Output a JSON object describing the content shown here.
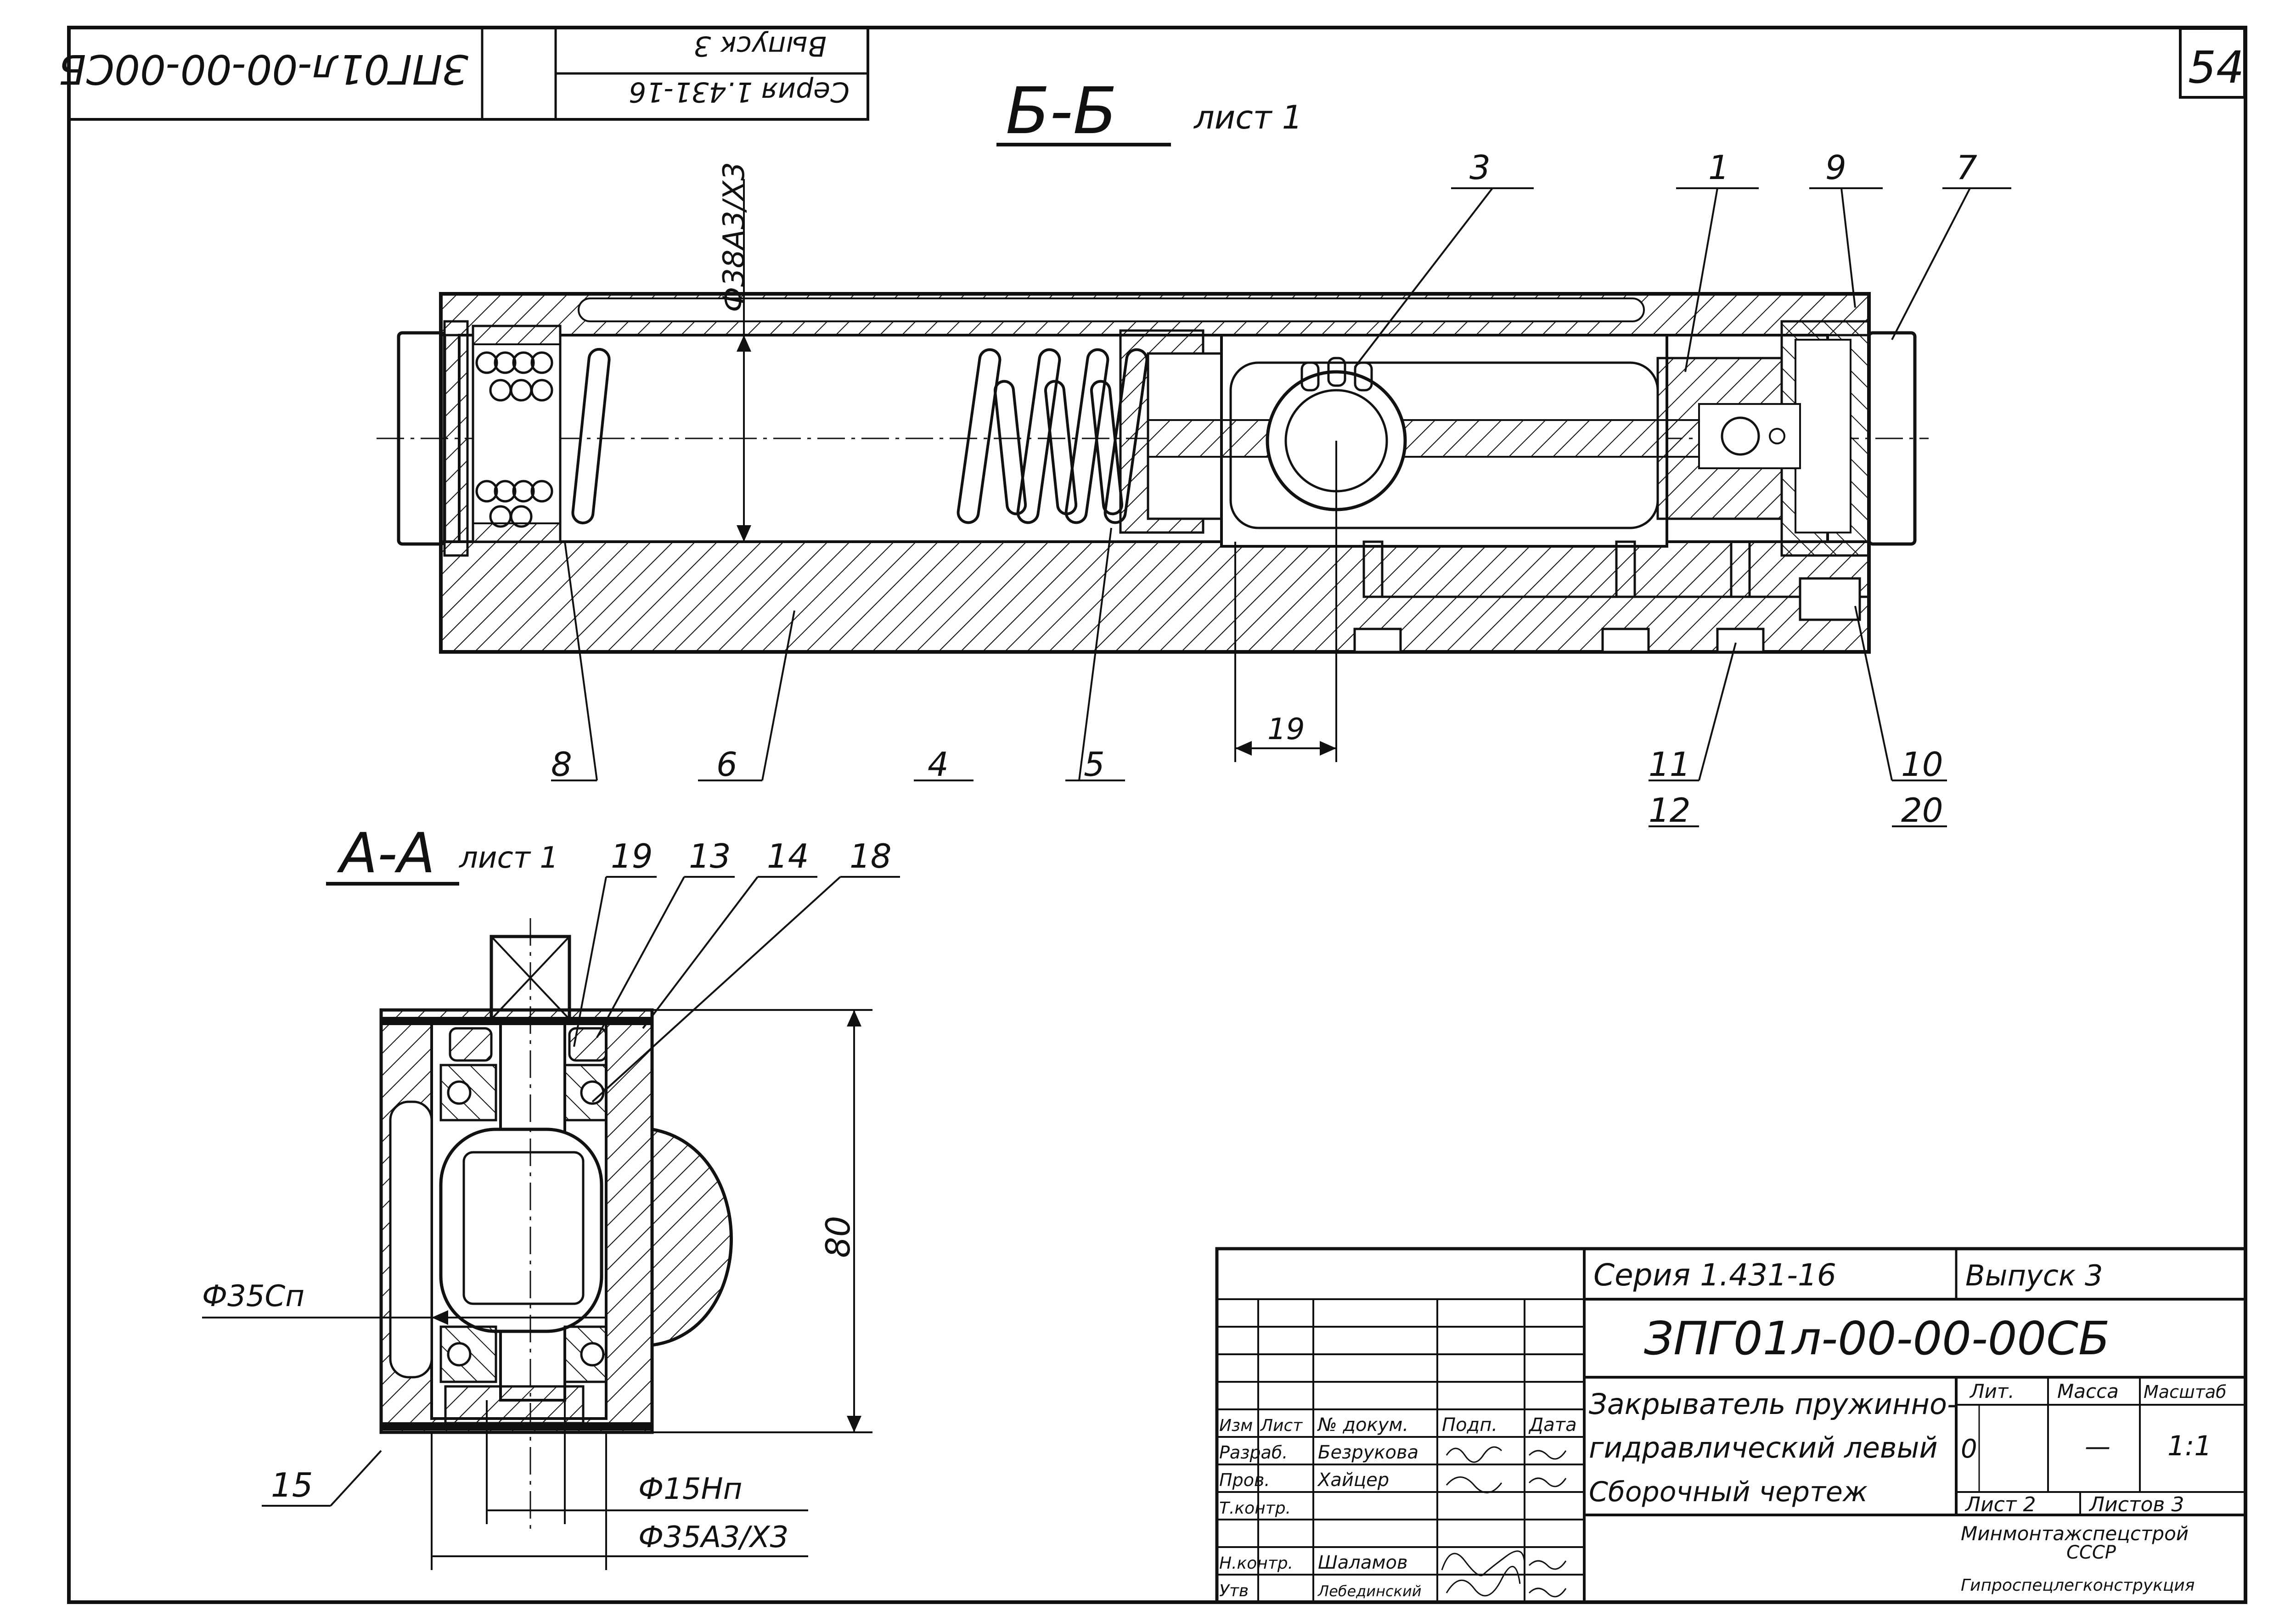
{
  "sheet": {
    "number": "54",
    "corner_code": "ЗПГ01л-00-00-00СБ",
    "corner_series": "Серия 1.431-16",
    "corner_issue": "Выпуск 3"
  },
  "views": {
    "section_bb": {
      "title": "Б-Б",
      "sheet_ref": "лист 1"
    },
    "section_aa": {
      "title": "А-А",
      "sheet_ref": "лист 1"
    }
  },
  "callouts": {
    "bb": [
      "3",
      "1",
      "9",
      "7",
      "8",
      "6",
      "4",
      "5",
      "11",
      "12",
      "10",
      "20"
    ],
    "aa": [
      "19",
      "13",
      "14",
      "18",
      "15"
    ]
  },
  "dimensions": {
    "d38": "Ф38А3/Х3",
    "d19": "19",
    "d80": "80",
    "d35cn": "Ф35Сп",
    "d15": "Ф15Нп",
    "d35": "Ф35А3/Х3"
  },
  "title_block": {
    "series": "Серия 1.431-16",
    "issue": "Выпуск 3",
    "code": "ЗПГ01л-00-00-00СБ",
    "name_line1": "Закрыватель пружинно-",
    "name_line2": "гидравлический левый",
    "doc_type": "Сборочный чертеж",
    "col_headers": {
      "izm": "Изм",
      "list": "Лист",
      "doc_no": "№ докум.",
      "sign": "Подп.",
      "date": "Дата"
    },
    "roles": [
      {
        "role": "Разраб.",
        "name": "Безрукова"
      },
      {
        "role": "Пров.",
        "name": "Хайцер"
      },
      {
        "role": "Т.контр.",
        "name": ""
      },
      {
        "role": "",
        "name": ""
      },
      {
        "role": "Н.контр.",
        "name": "Шаламов"
      },
      {
        "role": "Утв",
        "name": "Лебединский"
      }
    ],
    "lit_label": "Лит.",
    "mass_label": "Масса",
    "scale_label": "Масштаб",
    "lit_value": "0",
    "mass_value": "—",
    "scale_value": "1:1",
    "sheet_label": "Лист 2",
    "sheets_label": "Листов 3",
    "org_line1": "Минмонтажспецстрой",
    "org_line2": "СССР",
    "org_line3": "Гипроспецлегконструкция"
  }
}
